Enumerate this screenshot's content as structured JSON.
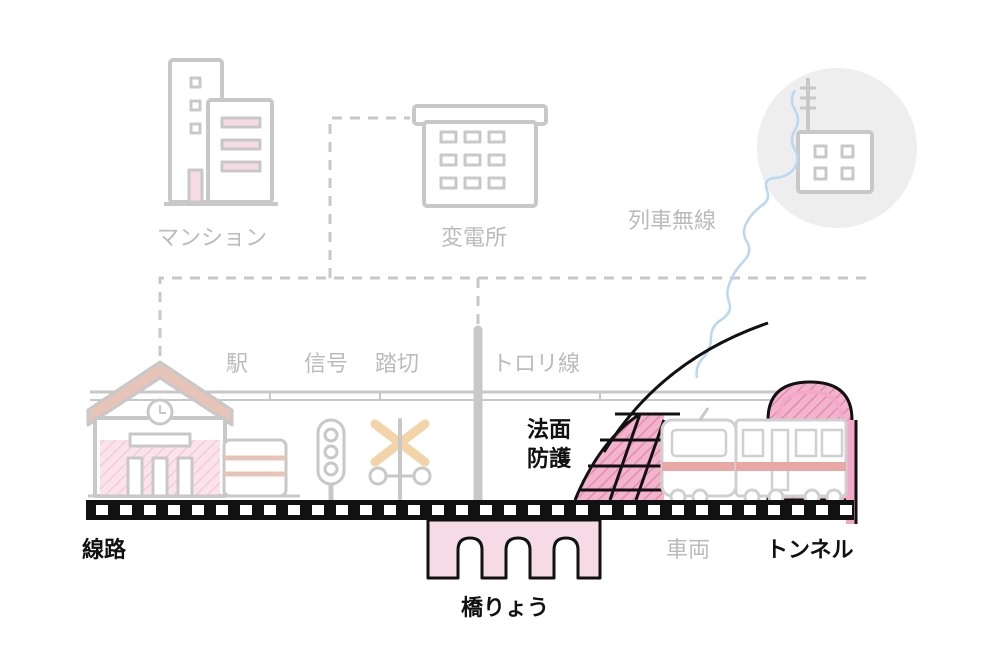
{
  "labels": {
    "mansion": "マンション",
    "substation": "変電所",
    "train_radio": "列車無線",
    "station": "駅",
    "signal": "信号",
    "crossing": "踏切",
    "trolley_wire": "トロリ線",
    "slope_protection_1": "法面",
    "slope_protection_2": "防護",
    "track": "線路",
    "bridge": "橋りょう",
    "vehicle": "車両",
    "tunnel": "トンネル"
  },
  "colors": {
    "faded_gray": "#c8c8c8",
    "light_pink": "#f6dbe6",
    "pink": "#f2a8c6",
    "dark": "#111111",
    "radio_wave": "#b9d8f2",
    "station_roof": "#e7c3b8"
  }
}
